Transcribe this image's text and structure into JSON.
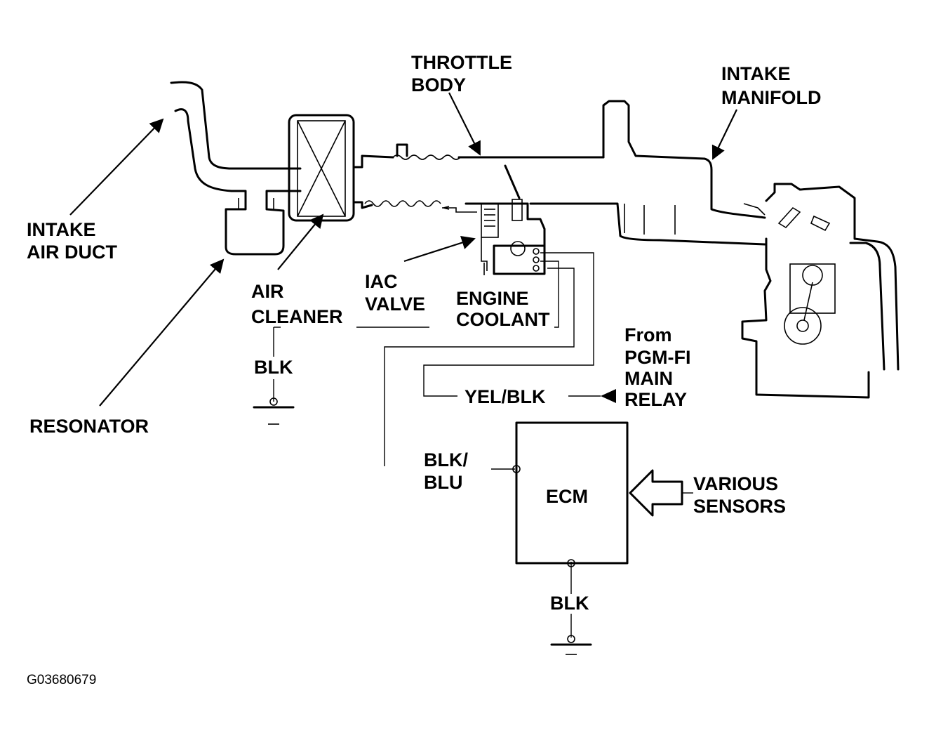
{
  "labels": {
    "intake_air_duct": [
      "INTAKE",
      "AIR DUCT"
    ],
    "resonator": "RESONATOR",
    "air_cleaner": [
      "AIR",
      "CLEANER"
    ],
    "throttle_body": [
      "THROTTLE",
      "BODY"
    ],
    "intake_manifold": [
      "INTAKE",
      "MANIFOLD"
    ],
    "iac_valve": [
      "IAC",
      "VALVE"
    ],
    "engine_coolant": [
      "ENGINE",
      "COOLANT"
    ],
    "from_main_relay": [
      "From",
      "PGM-FI",
      "MAIN",
      "RELAY"
    ],
    "yel_blk": "YEL/BLK",
    "blk_top": "BLK",
    "blk_blu": [
      "BLK/",
      "BLU"
    ],
    "ecm": "ECM",
    "various_sensors": [
      "VARIOUS",
      "SENSORS"
    ],
    "blk_bottom": "BLK",
    "figure_code": "G03680679"
  }
}
